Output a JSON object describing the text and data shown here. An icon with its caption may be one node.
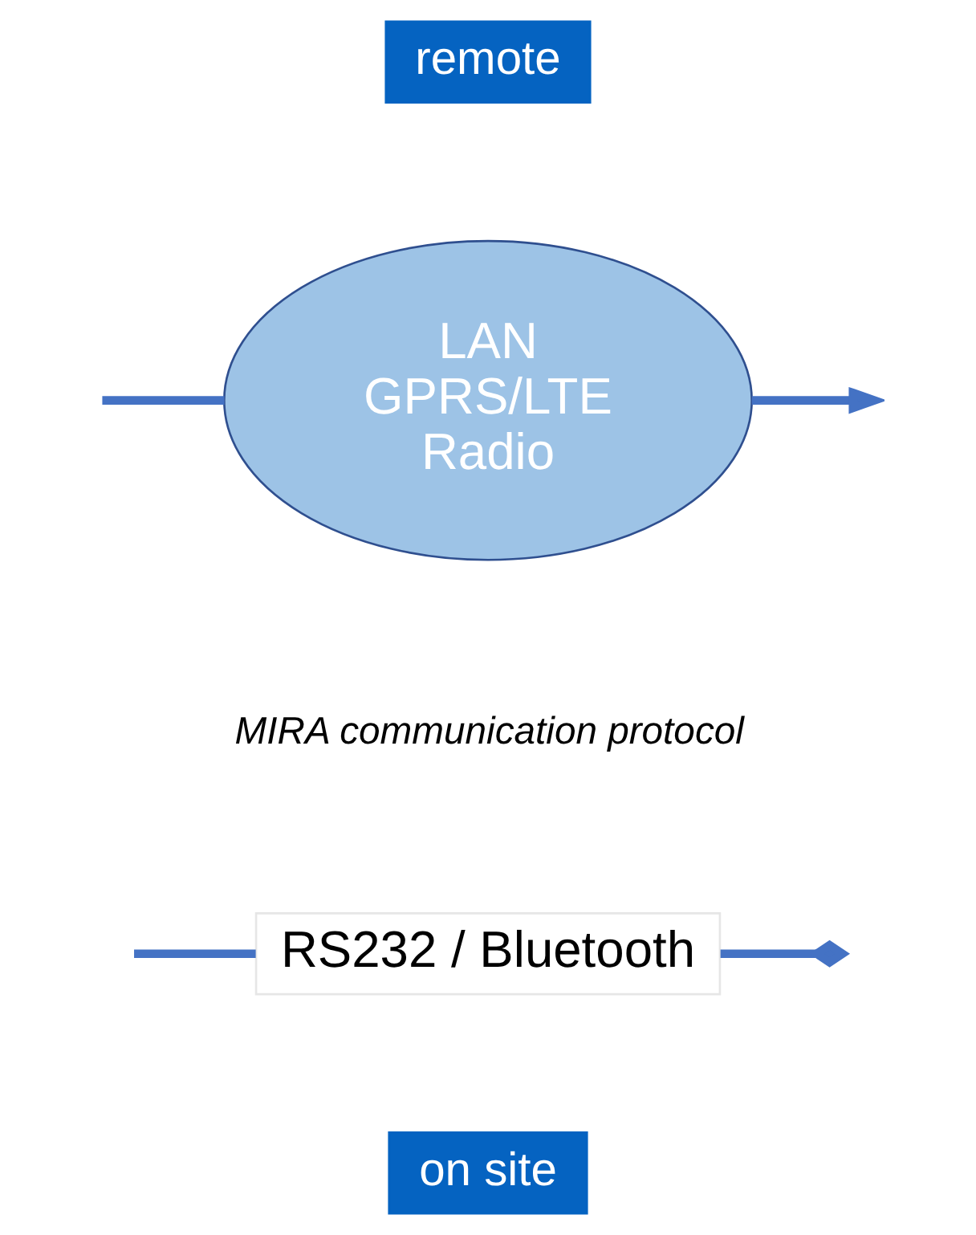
{
  "diagram": {
    "nodes": [
      {
        "text": [
          "remote"
        ]
      },
      {
        "text": [
          "LAN",
          "GPRS/LTE",
          "Radio"
        ]
      },
      {
        "text": [
          "RS232 / Bluetooth"
        ]
      },
      {
        "text": [
          "on site"
        ]
      }
    ],
    "edges": [
      {
        "from": null,
        "to": 1,
        "arrow": "none"
      },
      {
        "from": 1,
        "to": null,
        "arrow": "to"
      },
      {
        "from": null,
        "to": 2,
        "arrow": "none"
      },
      {
        "from": 2,
        "to": null,
        "arrow": "other"
      }
    ],
    "labels": [
      "MIRA communication protocol"
    ]
  }
}
